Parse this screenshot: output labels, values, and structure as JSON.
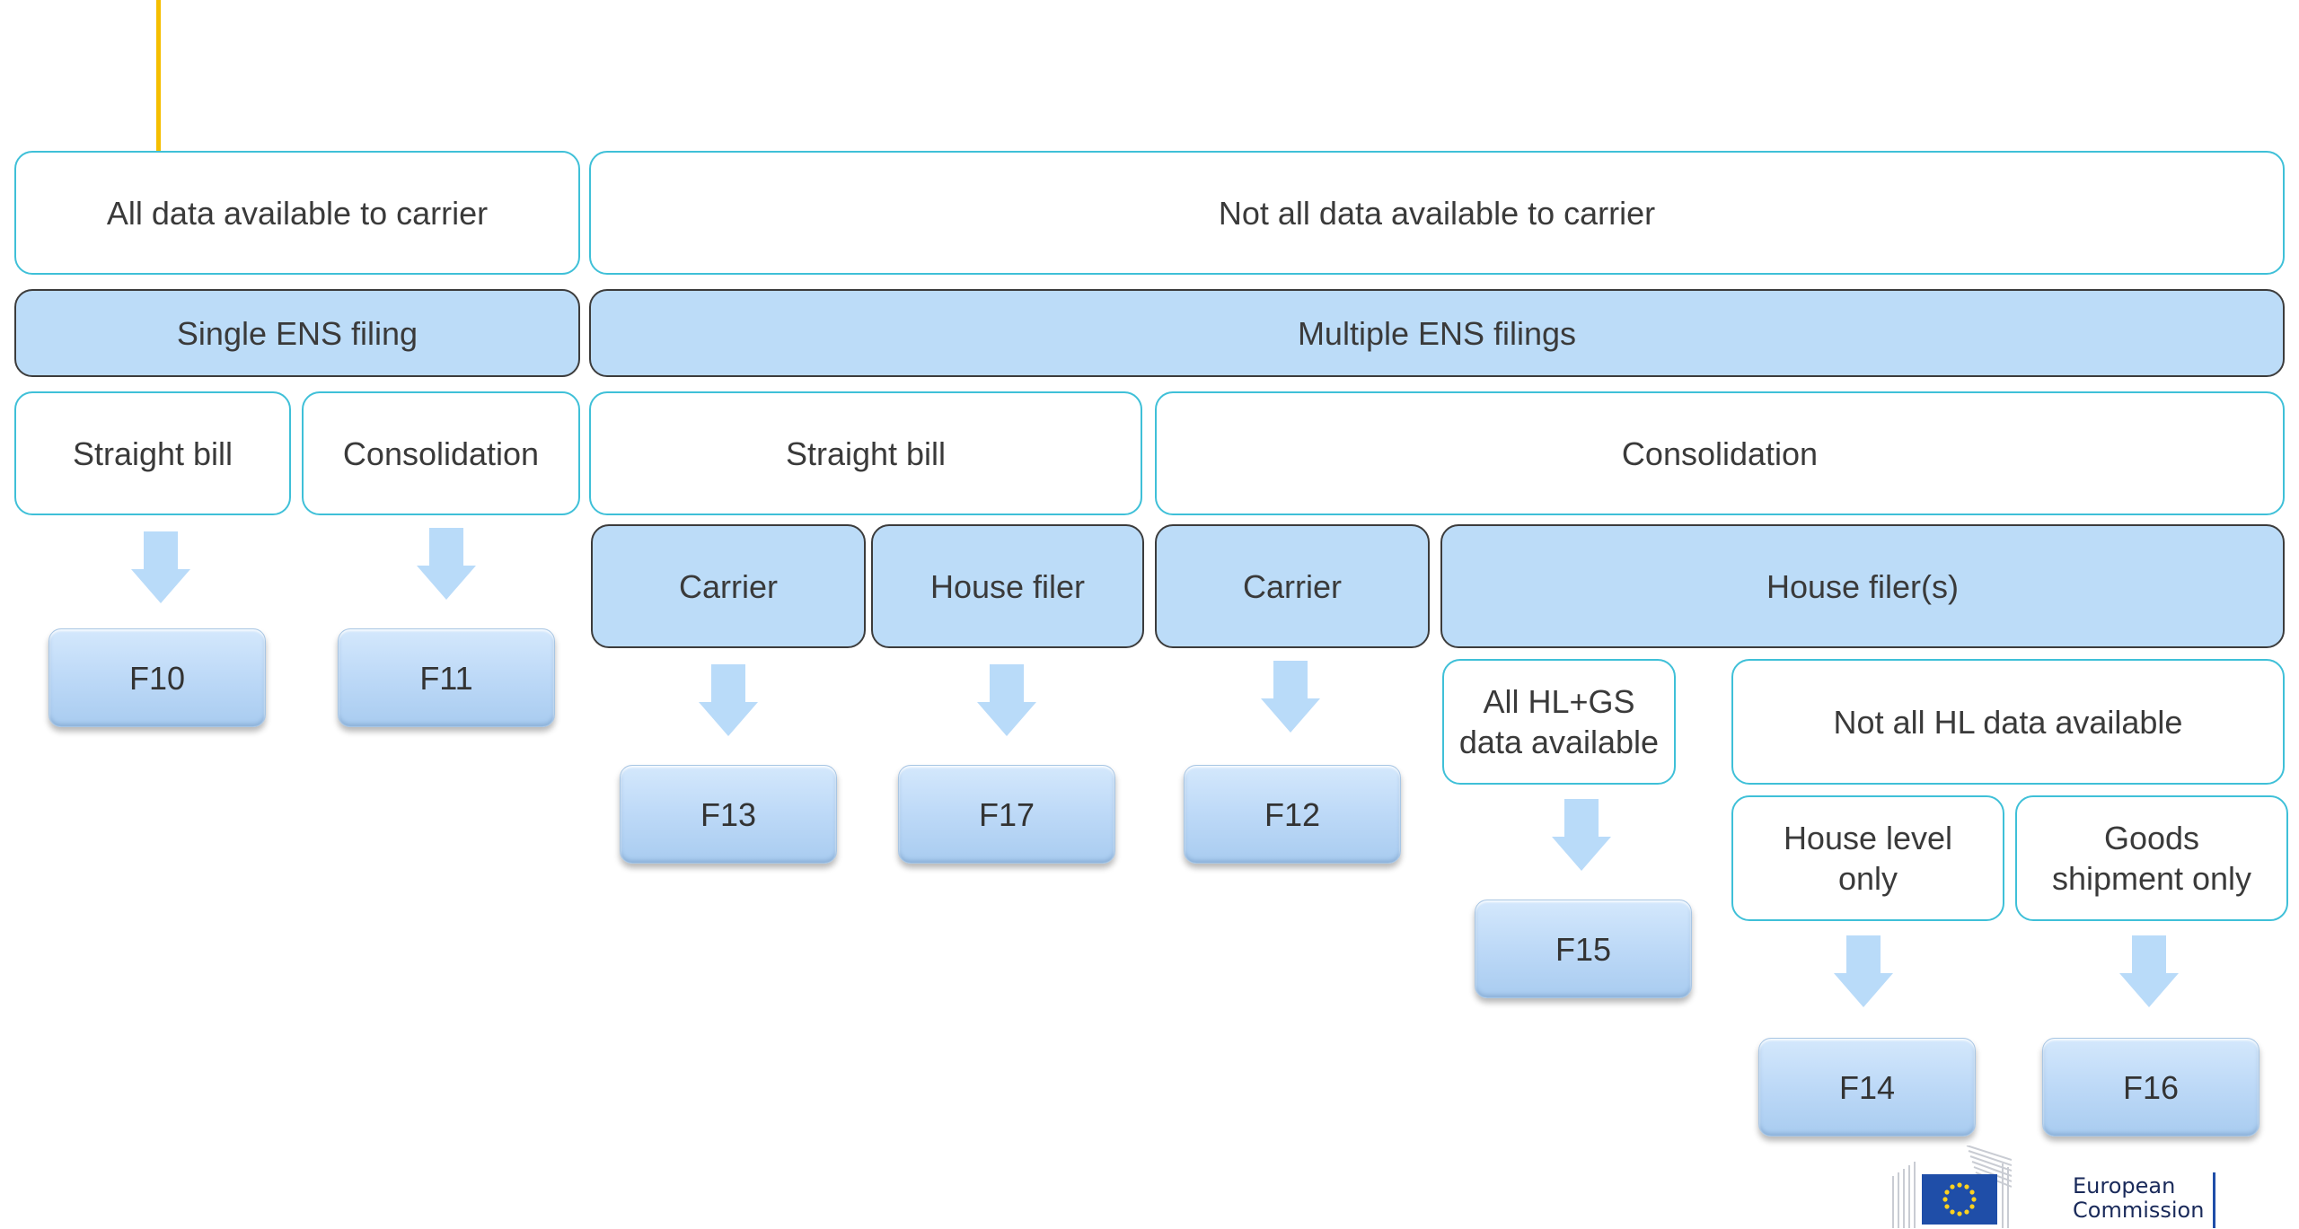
{
  "level1": {
    "left": "All data available to carrier",
    "right": "Not all data available to carrier"
  },
  "level2": {
    "left": "Single ENS filing",
    "right": "Multiple ENS filings"
  },
  "level3": {
    "a": "Straight bill",
    "b": "Consolidation",
    "c": "Straight bill",
    "d": "Consolidation"
  },
  "level4": {
    "carrier1": "Carrier",
    "house_filer": "House filer",
    "carrier2": "Carrier",
    "house_filers": "House filer(s)"
  },
  "level5": {
    "all_hl_gs": "All HL+GS\ndata available",
    "not_all_hl": "Not all HL data available"
  },
  "level6": {
    "house_level": "House level\nonly",
    "goods_shipment": "Goods\nshipment only"
  },
  "forms": {
    "f10": "F10",
    "f11": "F11",
    "f13": "F13",
    "f17": "F17",
    "f12": "F12",
    "f15": "F15",
    "f14": "F14",
    "f16": "F16"
  },
  "logo": {
    "line1": "European",
    "line2": "Commission"
  },
  "colors": {
    "accent": "#f5be00",
    "outline": "#3fc0d8",
    "fill": "#bcdcf8",
    "arrow": "#b9dbf9",
    "eu_blue": "#1f4ea8"
  }
}
